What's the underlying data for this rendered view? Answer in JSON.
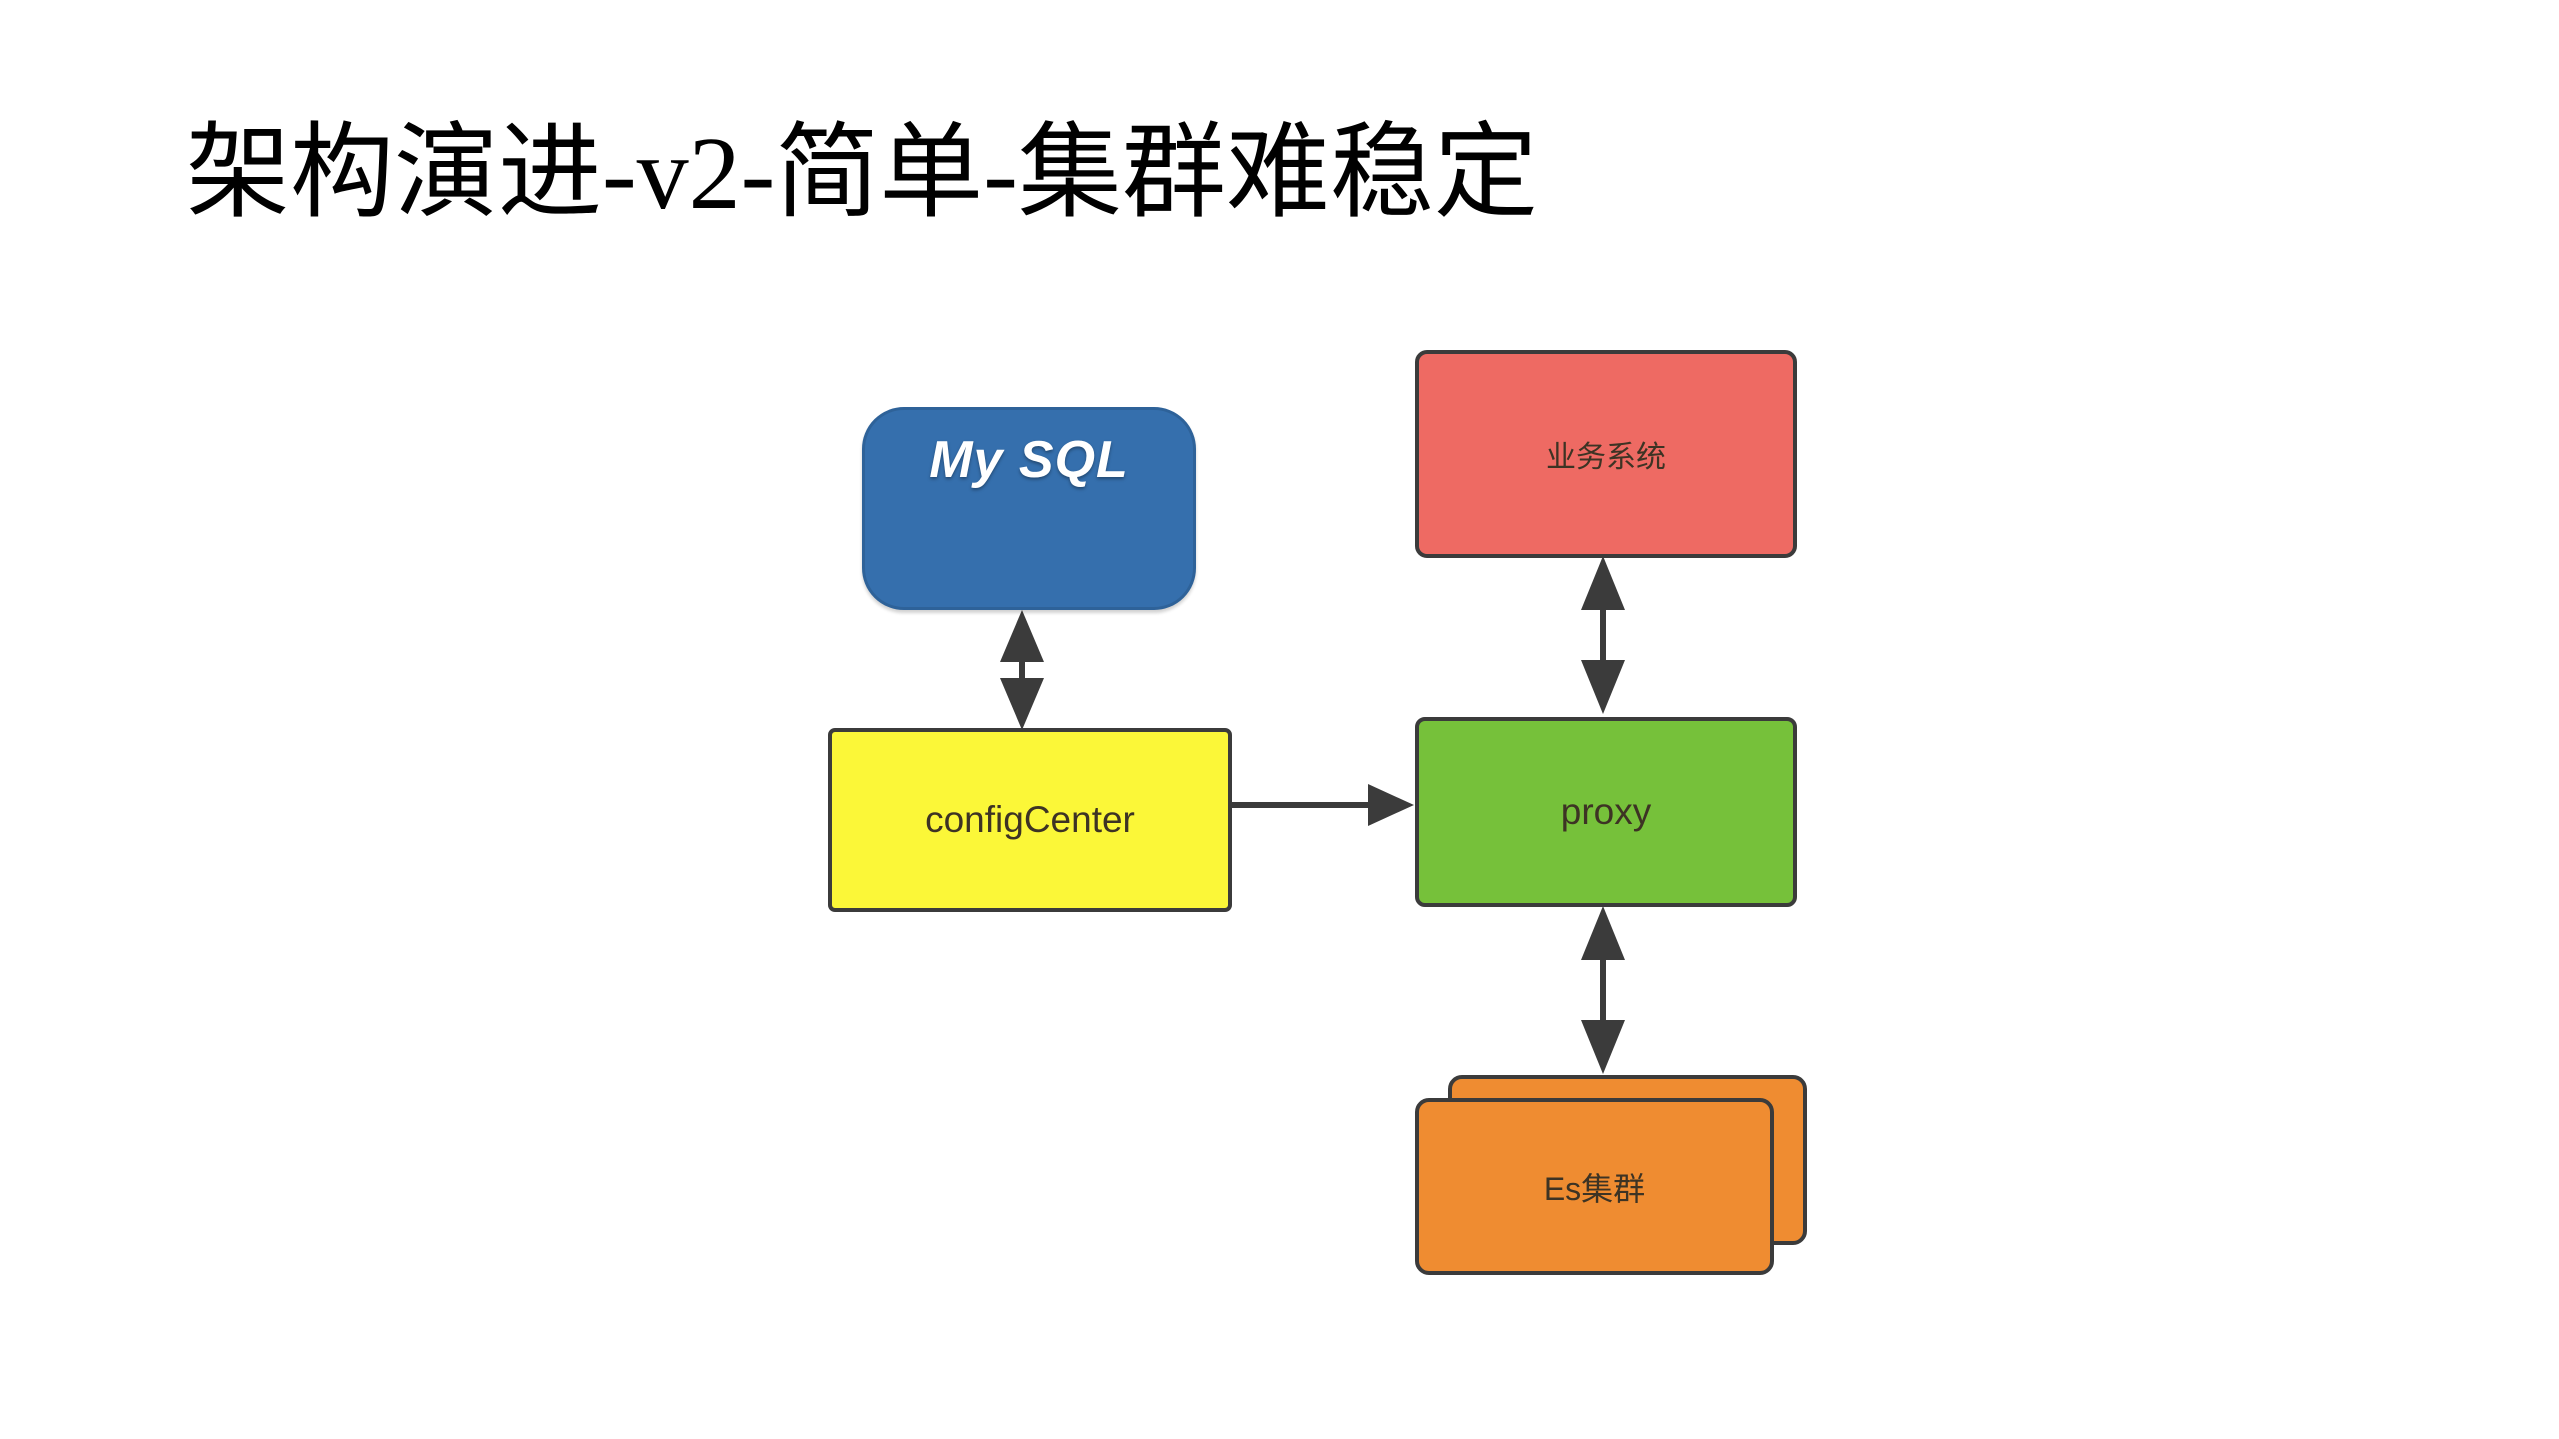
{
  "slide": {
    "title": "架构演进-v2-简单-集群难稳定",
    "background_color": "#ffffff"
  },
  "diagram": {
    "type": "architecture-flow",
    "nodes": [
      {
        "id": "mysql",
        "label": "My SQL",
        "color": "#356fad",
        "text_color": "#ffffff",
        "shape": "rounded-rectangle"
      },
      {
        "id": "biz",
        "label": "业务系统",
        "color": "#ee6a63",
        "text_color": "#3d3324",
        "shape": "rectangle"
      },
      {
        "id": "config",
        "label": "configCenter",
        "color": "#fbf738",
        "text_color": "#3d3324",
        "shape": "rectangle"
      },
      {
        "id": "proxy",
        "label": "proxy",
        "color": "#76c13a",
        "text_color": "#3d3324",
        "shape": "rectangle"
      },
      {
        "id": "es",
        "label": "Es集群",
        "color": "#ef8c31",
        "text_color": "#3d3324",
        "shape": "stacked-rectangle"
      }
    ],
    "edges": [
      {
        "from": "config",
        "to": "mysql",
        "direction": "bidirectional",
        "orientation": "vertical"
      },
      {
        "from": "config",
        "to": "proxy",
        "direction": "unidirectional",
        "orientation": "horizontal"
      },
      {
        "from": "proxy",
        "to": "biz",
        "direction": "bidirectional",
        "orientation": "vertical"
      },
      {
        "from": "proxy",
        "to": "es",
        "direction": "bidirectional",
        "orientation": "vertical"
      }
    ],
    "edge_color": "#3b3b3b"
  }
}
